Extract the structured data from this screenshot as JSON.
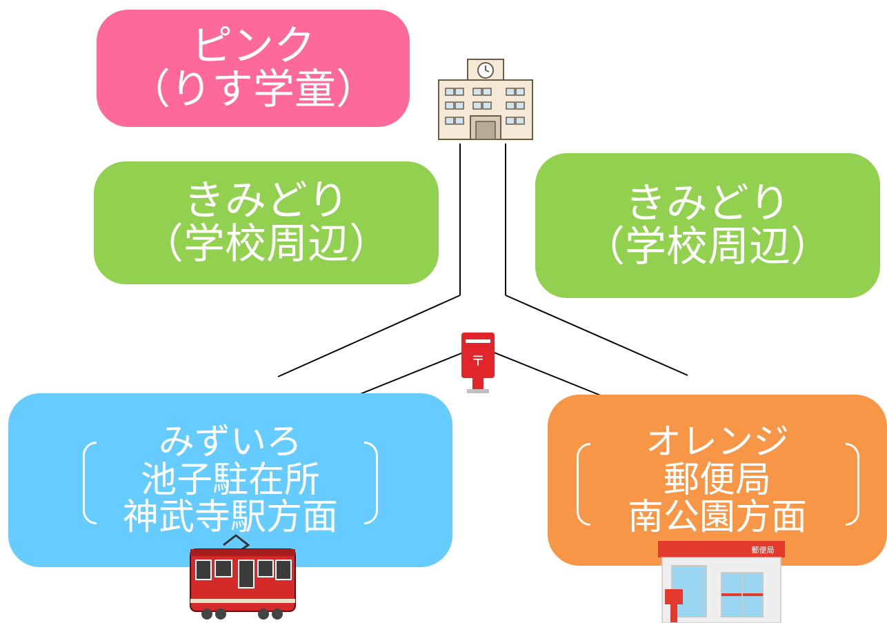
{
  "colors": {
    "pink": "#fd6a9a",
    "green": "#92d050",
    "blue": "#66ccff",
    "orange": "#f79646",
    "line": "#000000"
  },
  "boxes": {
    "pink": {
      "line1": "ピンク",
      "line2": "（りす学童）"
    },
    "green_left": {
      "line1": "きみどり",
      "line2": "（学校周辺）"
    },
    "green_right": {
      "line1": "きみどり",
      "line2": "（学校周辺）"
    },
    "blue": {
      "line1": "みずいろ",
      "line2": "池子駐在所",
      "line3": "神武寺駅方面"
    },
    "orange": {
      "line1": "オレンジ",
      "line2": "郵便局",
      "line3": "南公園方面"
    }
  },
  "icons": {
    "school": "school-building-icon",
    "mailbox": "post-box-icon",
    "train": "train-icon",
    "post_office": "post-office-icon",
    "post_office_sign": "郵便局"
  }
}
